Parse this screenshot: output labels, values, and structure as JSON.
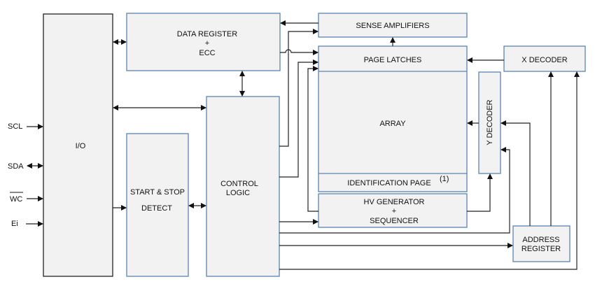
{
  "blocks": {
    "io": "I/O",
    "data_register": [
      "DATA REGISTER",
      "+",
      "ECC"
    ],
    "start_stop": [
      "START & STOP",
      "DETECT"
    ],
    "control_logic": [
      "CONTROL",
      "LOGIC"
    ],
    "sense_amplifiers": "SENSE AMPLIFIERS",
    "page_latches": "PAGE LATCHES",
    "array": "ARRAY",
    "identification_page": "IDENTIFICATION PAGE",
    "identification_page_note": "(1)",
    "hv_generator": [
      "HV GENERATOR",
      "+",
      "SEQUENCER"
    ],
    "y_decoder": "Y DECODER",
    "x_decoder": "X DECODER",
    "address_register": [
      "ADDRESS",
      "REGISTER"
    ]
  },
  "pins": {
    "scl": "SCL",
    "sda": "SDA",
    "wc": "WC",
    "ei": "Ei"
  }
}
